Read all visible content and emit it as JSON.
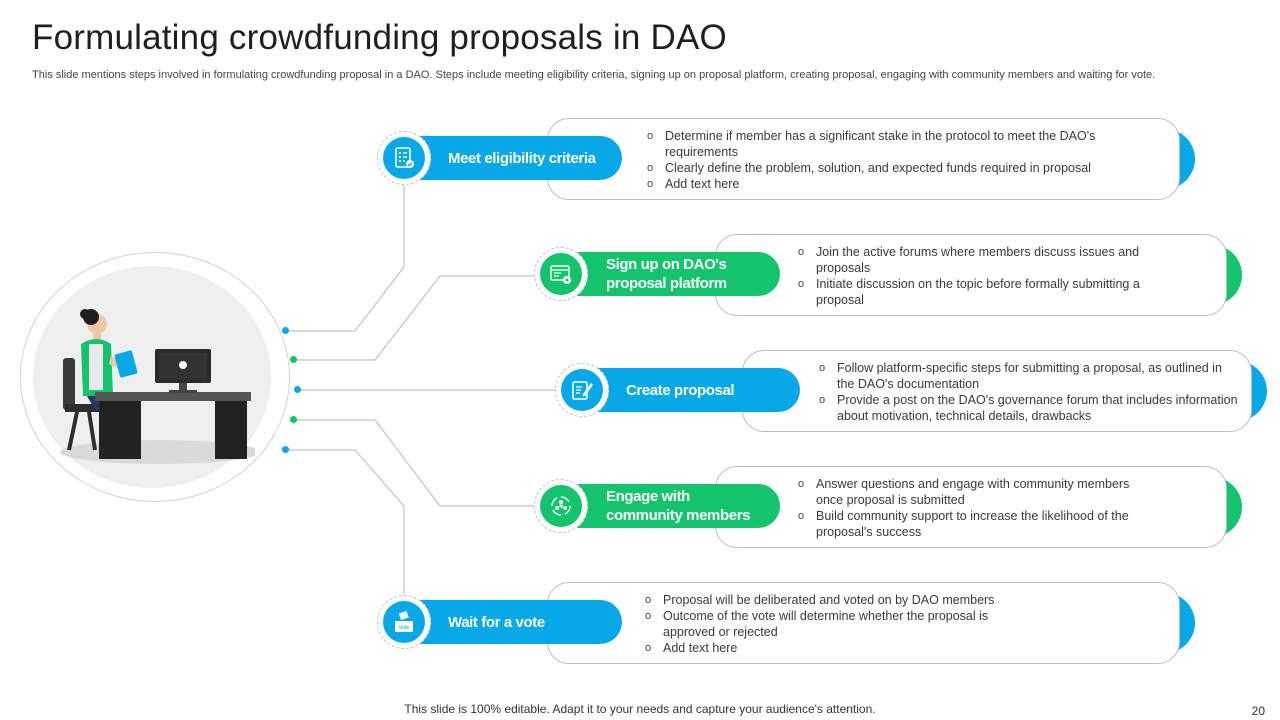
{
  "slide": {
    "title": "Formulating crowdfunding proposals in DAO",
    "subtitle": "This slide mentions steps involved in formulating crowdfunding proposal in a DAO.  Steps include meeting eligibility criteria, signing up on proposal platform, creating proposal, engaging with community members and waiting for vote.",
    "footer": "This slide is 100% editable. Adapt it to your needs and capture your audience's attention.",
    "page_number": "20"
  },
  "colors": {
    "blue": "#06a8e8",
    "green": "#14c46c",
    "connector": "#bfc4c8"
  },
  "steps": [
    {
      "label": "Meet eligibility criteria",
      "color": "blue",
      "icon": "checklist-icon",
      "bullets": [
        "Determine  if member has a significant stake in the protocol to meet the DAO's requirements",
        "Clearly  define  the problem, solution, and expected funds required  in proposal",
        "Add text here"
      ]
    },
    {
      "label": "Sign up on DAO's proposal platform",
      "color": "green",
      "icon": "browser-settings-icon",
      "bullets": [
        "Join  the active forums  where members  discuss issues and proposals",
        "Initiate  discussion on the topic before  formally submitting a proposal"
      ]
    },
    {
      "label": "Create proposal",
      "color": "blue",
      "icon": "document-edit-icon",
      "bullets": [
        "Follow platform-specific  steps for submitting a proposal,  as outlined in the DAO's documentation",
        "Provide  a post on the DAO's governance  forum  that includes information  about  motivation,  technical details, drawbacks"
      ]
    },
    {
      "label": "Engage with community members",
      "color": "green",
      "icon": "community-icon",
      "bullets": [
        "Answer questions and engage with community members once proposal  is submitted",
        "Build community support to increase the likelihood of the proposal's  success"
      ]
    },
    {
      "label": "Wait for a vote",
      "color": "blue",
      "icon": "ballot-box-icon",
      "icon_text": "Vote",
      "bullets": [
        "Proposal  will be deliberated  and voted  on by DAO members",
        "Outcome  of the vote  will determine  whether  the proposal is approved   or rejected",
        "Add text here"
      ]
    }
  ]
}
